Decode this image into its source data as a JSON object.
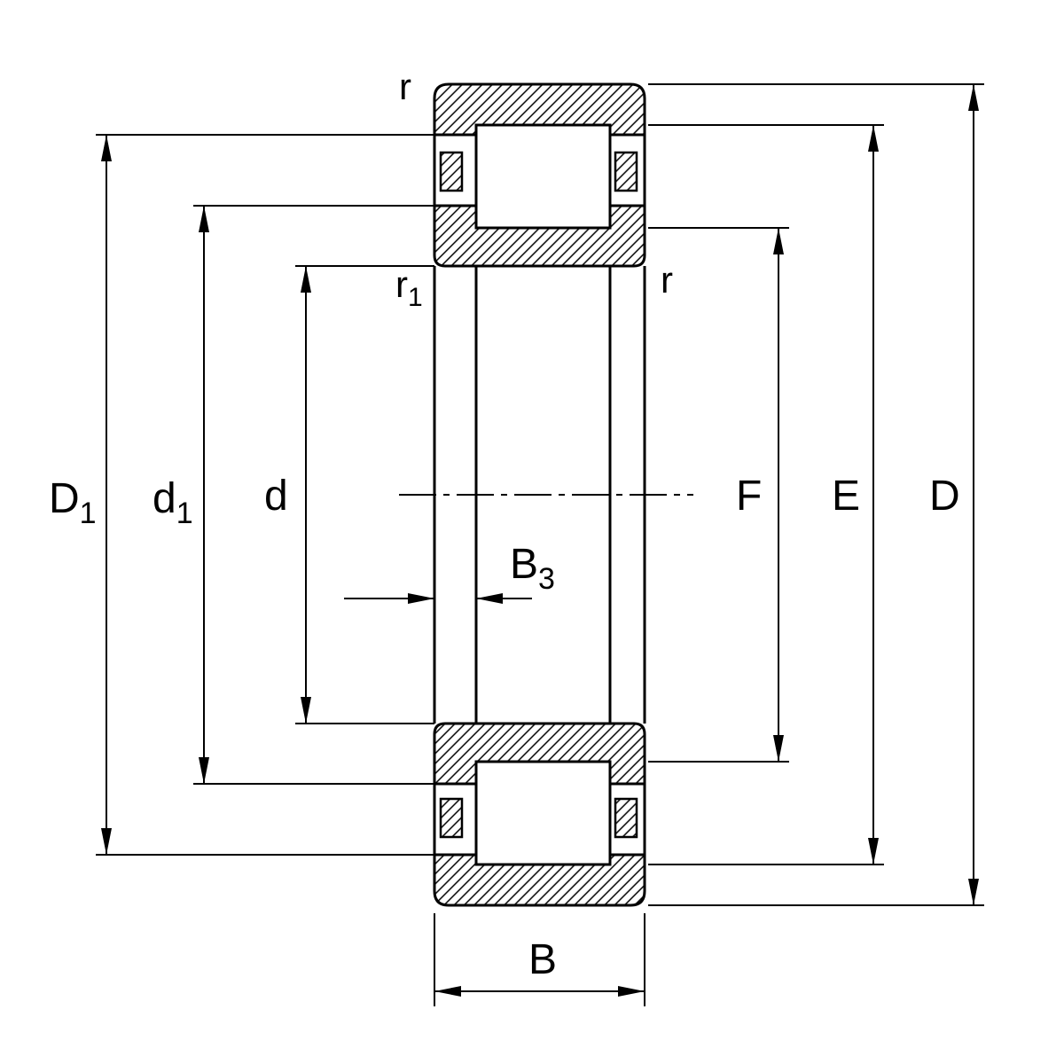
{
  "diagram": {
    "kind": "cylindrical-roller-bearing-cross-section",
    "background": "#ffffff",
    "line_color": "#000000",
    "labels": {
      "D1_base": "D",
      "D1_sub": "1",
      "d1_base": "d",
      "d1_sub": "1",
      "d": "d",
      "F": "F",
      "E": "E",
      "D": "D",
      "B": "B",
      "B3_base": "B",
      "B3_sub": "3",
      "r_top": "r",
      "r1_base": "r",
      "r1_sub": "1",
      "r_right": "r"
    }
  }
}
